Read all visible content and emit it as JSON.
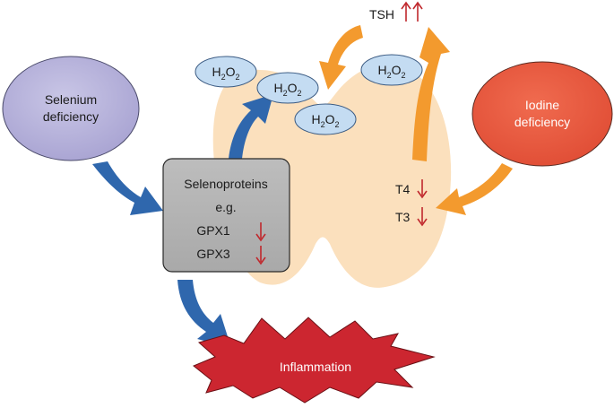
{
  "nodes": {
    "selenium": {
      "line1": "Selenium",
      "line2": "deficiency"
    },
    "iodine": {
      "line1": "Iodine",
      "line2": "deficiency"
    },
    "selenoproteins": {
      "line1": "Selenoproteins",
      "line2": "e.g.",
      "line3": "GPX1",
      "line4": "GPX3"
    },
    "inflammation": {
      "label": "Inflammation"
    },
    "tsh": {
      "label": "TSH"
    },
    "t4": {
      "label": "T4"
    },
    "t3": {
      "label": "T3"
    },
    "h2o2": {
      "base": "H",
      "sub1": "2",
      "mid": "O",
      "sub2": "2"
    }
  },
  "colors": {
    "thyroid": "#fbe0bd",
    "selenium_fill": "#b8b4da",
    "iodine_fill": "#e85a41",
    "box_fill": "#b3b3b3",
    "h2o2_fill": "#c4dcf2",
    "inflammation_fill": "#cc2630",
    "blue_arrow": "#2f67ad",
    "orange_arrow": "#f39a2e",
    "red_arrow": "#c0282d"
  }
}
